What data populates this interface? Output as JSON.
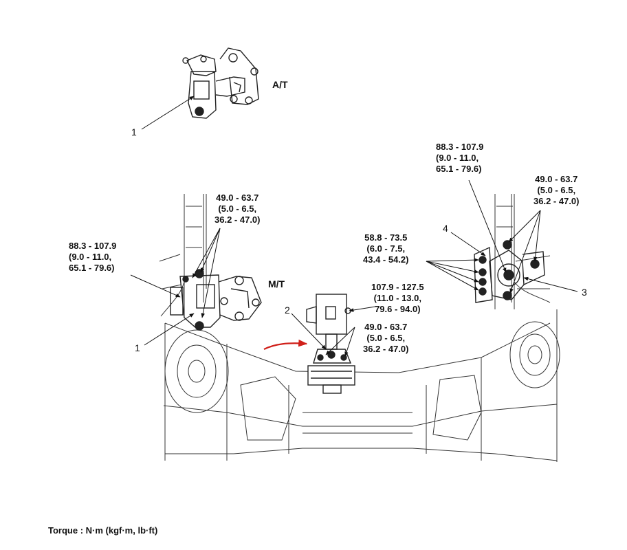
{
  "variants": {
    "at": "A/T",
    "mt": "M/T"
  },
  "callouts": {
    "c1a": "1",
    "c1b": "1",
    "c2": "2",
    "c3": "3",
    "c4": "4"
  },
  "torque_specs": {
    "mt_left_upper": [
      "49.0 - 63.7",
      "(5.0 - 6.5,",
      "36.2 - 47.0)"
    ],
    "mt_left_side": [
      "88.3 - 107.9",
      "(9.0 - 11.0,",
      "65.1 - 79.6)"
    ],
    "rear_mount_upper": [
      "107.9 - 127.5",
      "(11.0 - 13.0,",
      "79.6 - 94.0)"
    ],
    "rear_mount_lower": [
      "49.0 - 63.7",
      "(5.0 - 6.5,",
      "36.2 - 47.0)"
    ],
    "right_bracket": [
      "58.8 - 73.5",
      "(6.0 - 7.5,",
      "43.4 - 54.2)"
    ],
    "right_top": [
      "88.3 - 107.9",
      "(9.0 - 11.0,",
      "65.1 - 79.6)"
    ],
    "right_far": [
      "49.0 - 63.7",
      "(5.0 - 6.5,",
      "36.2 - 47.0)"
    ]
  },
  "footer": {
    "torque_units": "Torque : N·m (kgf·m, lb·ft)"
  },
  "colors": {
    "line": "#222222",
    "annotation_arrow": "#d0201a"
  }
}
